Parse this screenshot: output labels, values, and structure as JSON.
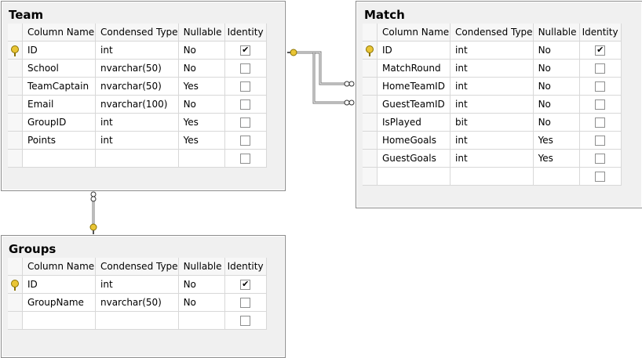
{
  "headers": {
    "col_name": "Column Name",
    "cond_type": "Condensed Type",
    "nullable": "Nullable",
    "identity": "Identity"
  },
  "tables": {
    "team": {
      "title": "Team",
      "rows": [
        {
          "name": "ID",
          "type": "int",
          "nullable": "No",
          "identity": true,
          "pk": true
        },
        {
          "name": "School",
          "type": "nvarchar(50)",
          "nullable": "No",
          "identity": false,
          "pk": false
        },
        {
          "name": "TeamCaptain",
          "type": "nvarchar(50)",
          "nullable": "Yes",
          "identity": false,
          "pk": false
        },
        {
          "name": "Email",
          "type": "nvarchar(100)",
          "nullable": "No",
          "identity": false,
          "pk": false
        },
        {
          "name": "GroupID",
          "type": "int",
          "nullable": "Yes",
          "identity": false,
          "pk": false
        },
        {
          "name": "Points",
          "type": "int",
          "nullable": "Yes",
          "identity": false,
          "pk": false
        }
      ]
    },
    "match": {
      "title": "Match",
      "rows": [
        {
          "name": "ID",
          "type": "int",
          "nullable": "No",
          "identity": true,
          "pk": true
        },
        {
          "name": "MatchRound",
          "type": "int",
          "nullable": "No",
          "identity": false,
          "pk": false
        },
        {
          "name": "HomeTeamID",
          "type": "int",
          "nullable": "No",
          "identity": false,
          "pk": false
        },
        {
          "name": "GuestTeamID",
          "type": "int",
          "nullable": "No",
          "identity": false,
          "pk": false
        },
        {
          "name": "IsPlayed",
          "type": "bit",
          "nullable": "No",
          "identity": false,
          "pk": false
        },
        {
          "name": "HomeGoals",
          "type": "int",
          "nullable": "Yes",
          "identity": false,
          "pk": false
        },
        {
          "name": "GuestGoals",
          "type": "int",
          "nullable": "Yes",
          "identity": false,
          "pk": false
        }
      ]
    },
    "groups": {
      "title": "Groups",
      "rows": [
        {
          "name": "ID",
          "type": "int",
          "nullable": "No",
          "identity": true,
          "pk": true
        },
        {
          "name": "GroupName",
          "type": "nvarchar(50)",
          "nullable": "No",
          "identity": false,
          "pk": false
        }
      ]
    }
  },
  "relationships": [
    {
      "from": "Team.ID",
      "to": "Match.HomeTeamID"
    },
    {
      "from": "Team.ID",
      "to": "Match.GuestTeamID"
    },
    {
      "from": "Groups.ID",
      "to": "Team.GroupID"
    }
  ],
  "colors": {
    "key_yellow": "#e9c535",
    "line": "#555555",
    "panel": "#f0f0f0"
  }
}
